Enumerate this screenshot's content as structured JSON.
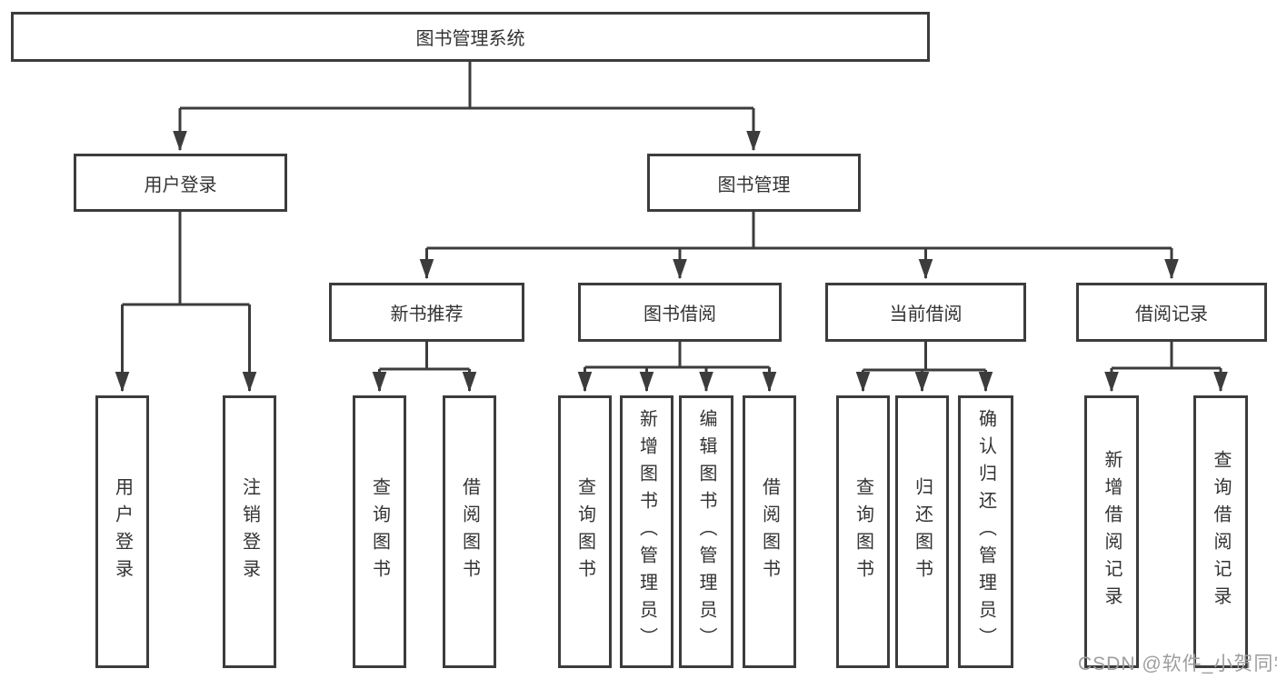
{
  "diagram": {
    "title_node": {
      "label": "图书管理系统"
    },
    "level2": [
      {
        "label": "用户登录"
      },
      {
        "label": "图书管理"
      }
    ],
    "level3": [
      {
        "label": "新书推荐"
      },
      {
        "label": "图书借阅"
      },
      {
        "label": "当前借阅"
      },
      {
        "label": "借阅记录"
      }
    ],
    "leaves": [
      {
        "label": "用户登录"
      },
      {
        "label": "注销登录"
      },
      {
        "label": "查询图书"
      },
      {
        "label": "借阅图书"
      },
      {
        "label": "查询图书"
      },
      {
        "label": "新增图书（管理员）"
      },
      {
        "label": "编辑图书（管理员）"
      },
      {
        "label": "借阅图书"
      },
      {
        "label": "查询图书"
      },
      {
        "label": "归还图书"
      },
      {
        "label": "确认归还（管理员）"
      },
      {
        "label": "新增借阅记录"
      },
      {
        "label": "查询借阅记录"
      }
    ]
  },
  "watermark": {
    "text": "CSDN @软件_小贺同学"
  },
  "colors": {
    "line": "#3c3c3c",
    "box_border": "#3c3c3c",
    "text": "#333333",
    "watermark": "#9e9e9e",
    "background": "#ffffff"
  }
}
